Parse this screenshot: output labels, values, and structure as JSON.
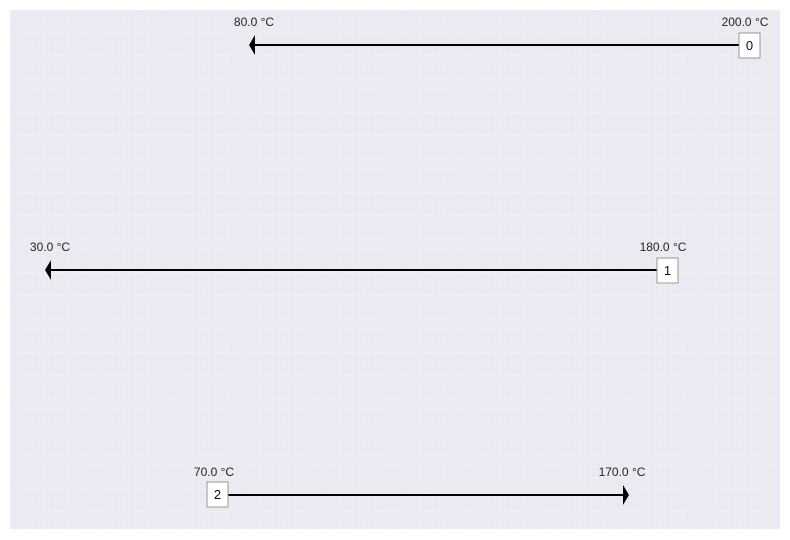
{
  "streams": [
    {
      "id": "0",
      "start_temp": "200.0 °C",
      "end_temp": "80.0 °C"
    },
    {
      "id": "1",
      "start_temp": "180.0 °C",
      "end_temp": "30.0 °C"
    },
    {
      "id": "2",
      "start_temp": "70.0 °C",
      "end_temp": "170.0 °C"
    }
  ],
  "colors": {
    "background": "#eaeaf2",
    "grid": "#ffffff",
    "line": "#000000",
    "box_border": "#999999"
  }
}
